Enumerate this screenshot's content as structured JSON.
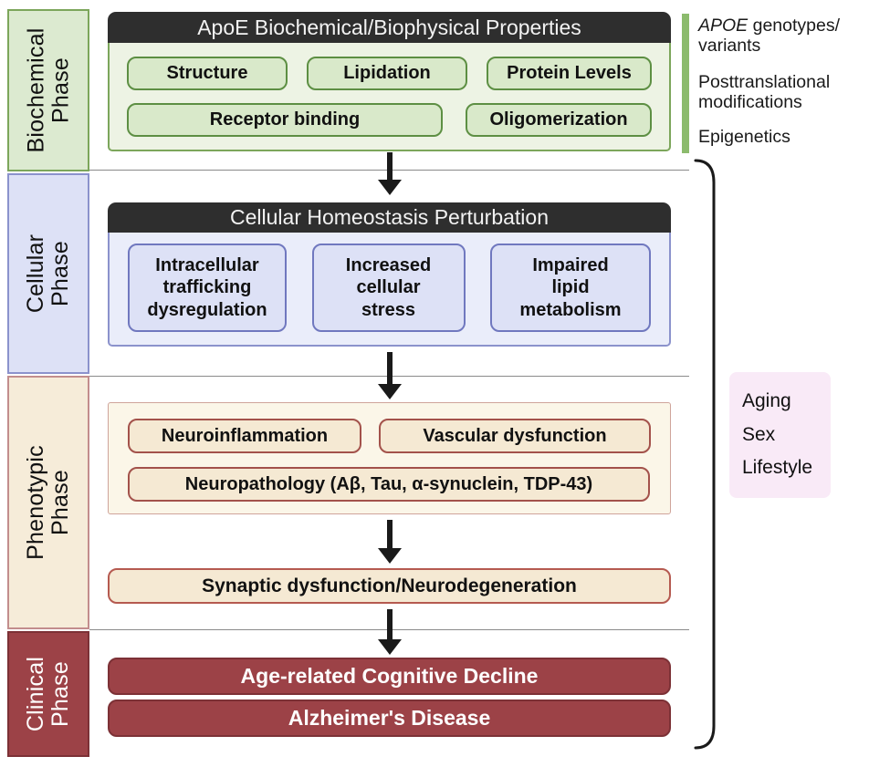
{
  "colors": {
    "biochem_fill": "#dcead0",
    "biochem_border": "#7ca65b",
    "cellular_fill": "#dde1f6",
    "cellular_border": "#8b92cc",
    "phenotypic_fill": "#f6ecd9",
    "phenotypic_border": "#c28d8d",
    "clinical_fill": "#9c4247",
    "clinical_border": "#7c3136",
    "header_bar": "#2e2e2e",
    "green_accent_bar": "#8cbb6d",
    "factors_fill": "#f9eaf7",
    "arrow": "#1a1a1a",
    "divider": "#8a8a8a"
  },
  "sidebar": {
    "phases": [
      {
        "label": "Biochemical\nPhase"
      },
      {
        "label": "Cellular\nPhase"
      },
      {
        "label": "Phenotypic\nPhase"
      },
      {
        "label": "Clinical\nPhase"
      }
    ]
  },
  "biochemical": {
    "header": "ApoE Biochemical/Biophysical Properties",
    "row1": [
      "Structure",
      "Lipidation",
      "Protein Levels"
    ],
    "row2": [
      "Receptor binding",
      "Oligomerization"
    ]
  },
  "cellular": {
    "header": "Cellular Homeostasis Perturbation",
    "boxes": [
      "Intracellular\ntrafficking\ndysregulation",
      "Increased\ncellular\nstress",
      "Impaired\nlipid\nmetabolism"
    ]
  },
  "phenotypic": {
    "row1": [
      "Neuroinflammation",
      "Vascular dysfunction"
    ],
    "row2": "Neuropathology (Aβ, Tau, α-synuclein, TDP-43)",
    "synaptic": "Synaptic dysfunction/Neurodegeneration"
  },
  "clinical": {
    "boxes": [
      "Age-related Cognitive Decline",
      "Alzheimer's Disease"
    ]
  },
  "right_annotations": {
    "apoe_gene": "APOE",
    "apoe_rest": " genotypes/",
    "apoe_line2": "variants",
    "ptm_line1": "Posttranslational",
    "ptm_line2": "modifications",
    "epigenetics": "Epigenetics",
    "factors": [
      "Aging",
      "Sex",
      "Lifestyle"
    ]
  }
}
